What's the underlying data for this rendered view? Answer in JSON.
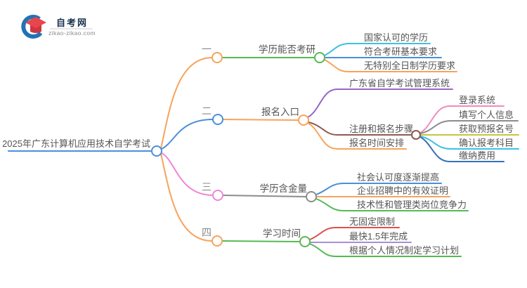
{
  "palette": {
    "line-orange": "#f7a35b",
    "line-blue": "#4a8fdb",
    "line-deepblue": "#3570b8",
    "line-green": "#55b955",
    "line-cyan": "#3ec1e0",
    "line-magenta": "#ef86d5",
    "line-purple": "#9668c8",
    "line-lavender": "#a98fd6",
    "line-brown": "#8d5a52",
    "line-gray": "#8c8c8c",
    "line-pink": "#f08bbb",
    "line-olive": "#c6c53e",
    "line-red": "#d9534e",
    "logo-blue": "#2373b4",
    "logo-red": "#e8464e",
    "logo-red-dark": "#cd3742",
    "text-main": "#555555",
    "text-index": "#8a8a8a",
    "brand-name-color": "#16304d",
    "brand-domain-color": "#8a8a8a"
  },
  "brand": {
    "name": "自考网",
    "domain": "zikao-zikao.com",
    "logo_icon": "graduation-cap-icon"
  },
  "map": {
    "root": {
      "label": "2025年广东计算机应用技术自学考试"
    },
    "branches": [
      {
        "index": "一",
        "topic": "学历能否考研",
        "children": [
          {
            "label": "国家认可的学历"
          },
          {
            "label": "符合考研基本要求"
          },
          {
            "label": "无特别全日制学历要求"
          }
        ]
      },
      {
        "index": "二",
        "topic": "报名入口",
        "children": [
          {
            "label": "广东省自学考试管理系统"
          },
          {
            "label": "注册和报名步骤",
            "children": [
              {
                "label": "登录系统"
              },
              {
                "label": "填写个人信息"
              },
              {
                "label": "获取预报名号"
              },
              {
                "label": "确认报考科目"
              },
              {
                "label": "缴纳费用"
              }
            ]
          },
          {
            "label": "报名时间安排"
          }
        ]
      },
      {
        "index": "三",
        "topic": "学历含金量",
        "children": [
          {
            "label": "社会认可度逐渐提高"
          },
          {
            "label": "企业招聘中的有效证明"
          },
          {
            "label": "技术性和管理类岗位竞争力"
          }
        ]
      },
      {
        "index": "四",
        "topic": "学习时间",
        "children": [
          {
            "label": "无固定限制"
          },
          {
            "label": "最快1.5年完成"
          },
          {
            "label": "根据个人情况制定学习计划"
          }
        ]
      }
    ]
  }
}
